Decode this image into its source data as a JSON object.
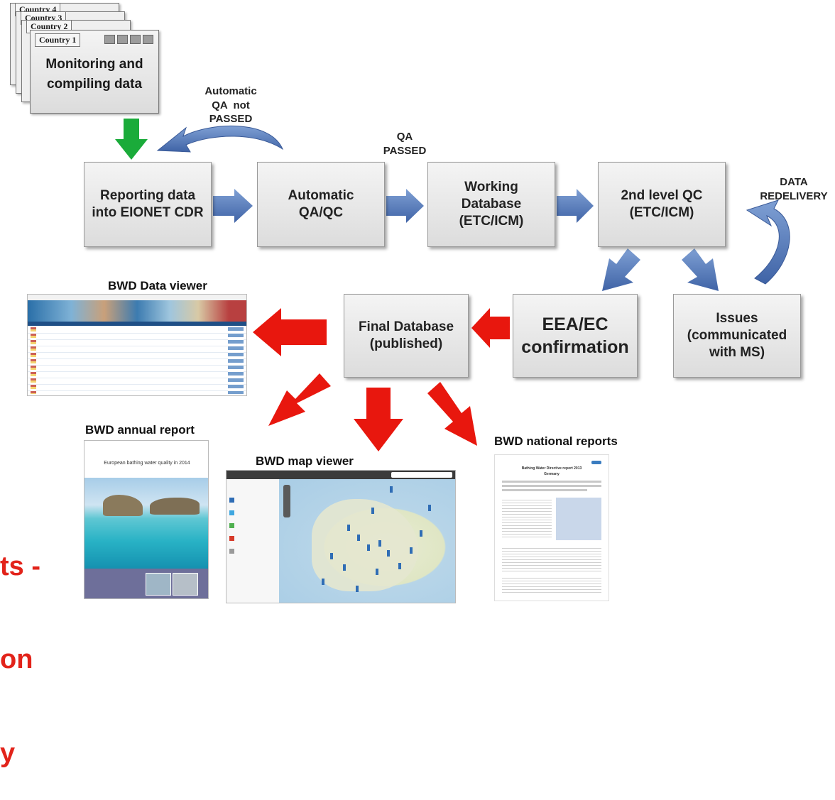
{
  "countries": {
    "tab4": "Country 4",
    "tab3": "Country 3",
    "tab2": "Country 2",
    "tab1": "Country 1",
    "main_text_line1": "Monitoring and",
    "main_text_line2": "compiling data"
  },
  "labels": {
    "qa_not_passed": [
      "Automatic",
      "QA  not",
      "PASSED"
    ],
    "qa_passed": [
      "QA",
      "PASSED"
    ],
    "data_redelivery": [
      "DATA",
      "REDELIVERY"
    ]
  },
  "boxes": {
    "reporting": [
      "Reporting data",
      "into EIONET CDR"
    ],
    "auto_qa": [
      "Automatic",
      "QA/QC"
    ],
    "working_db": [
      "Working",
      "Database",
      "(ETC/ICM)"
    ],
    "second_qc": [
      "2nd level QC",
      "(ETC/ICM)"
    ],
    "final_db": [
      "Final Database",
      "(published)"
    ],
    "eea_ec": [
      "EEA/EC",
      "confirmation"
    ],
    "issues": [
      "Issues",
      "(communicated",
      "with MS)"
    ]
  },
  "captions": {
    "data_viewer": "BWD Data viewer",
    "annual_report": "BWD annual report",
    "map_viewer": "BWD map viewer",
    "national_reports": "BWD national reports"
  },
  "thumbnails": {
    "annual_report_title": "European bathing water quality in 2014",
    "national_report_title": [
      "Bathing Water Directive report 2013",
      "Germany"
    ]
  },
  "cut_text": [
    "ts -",
    "on",
    "y"
  ],
  "colors": {
    "blue_arrow": "#4f74b3",
    "green_arrow": "#1aab3a",
    "red_arrow": "#e8170e",
    "box_fill": "#e6e6e6"
  }
}
